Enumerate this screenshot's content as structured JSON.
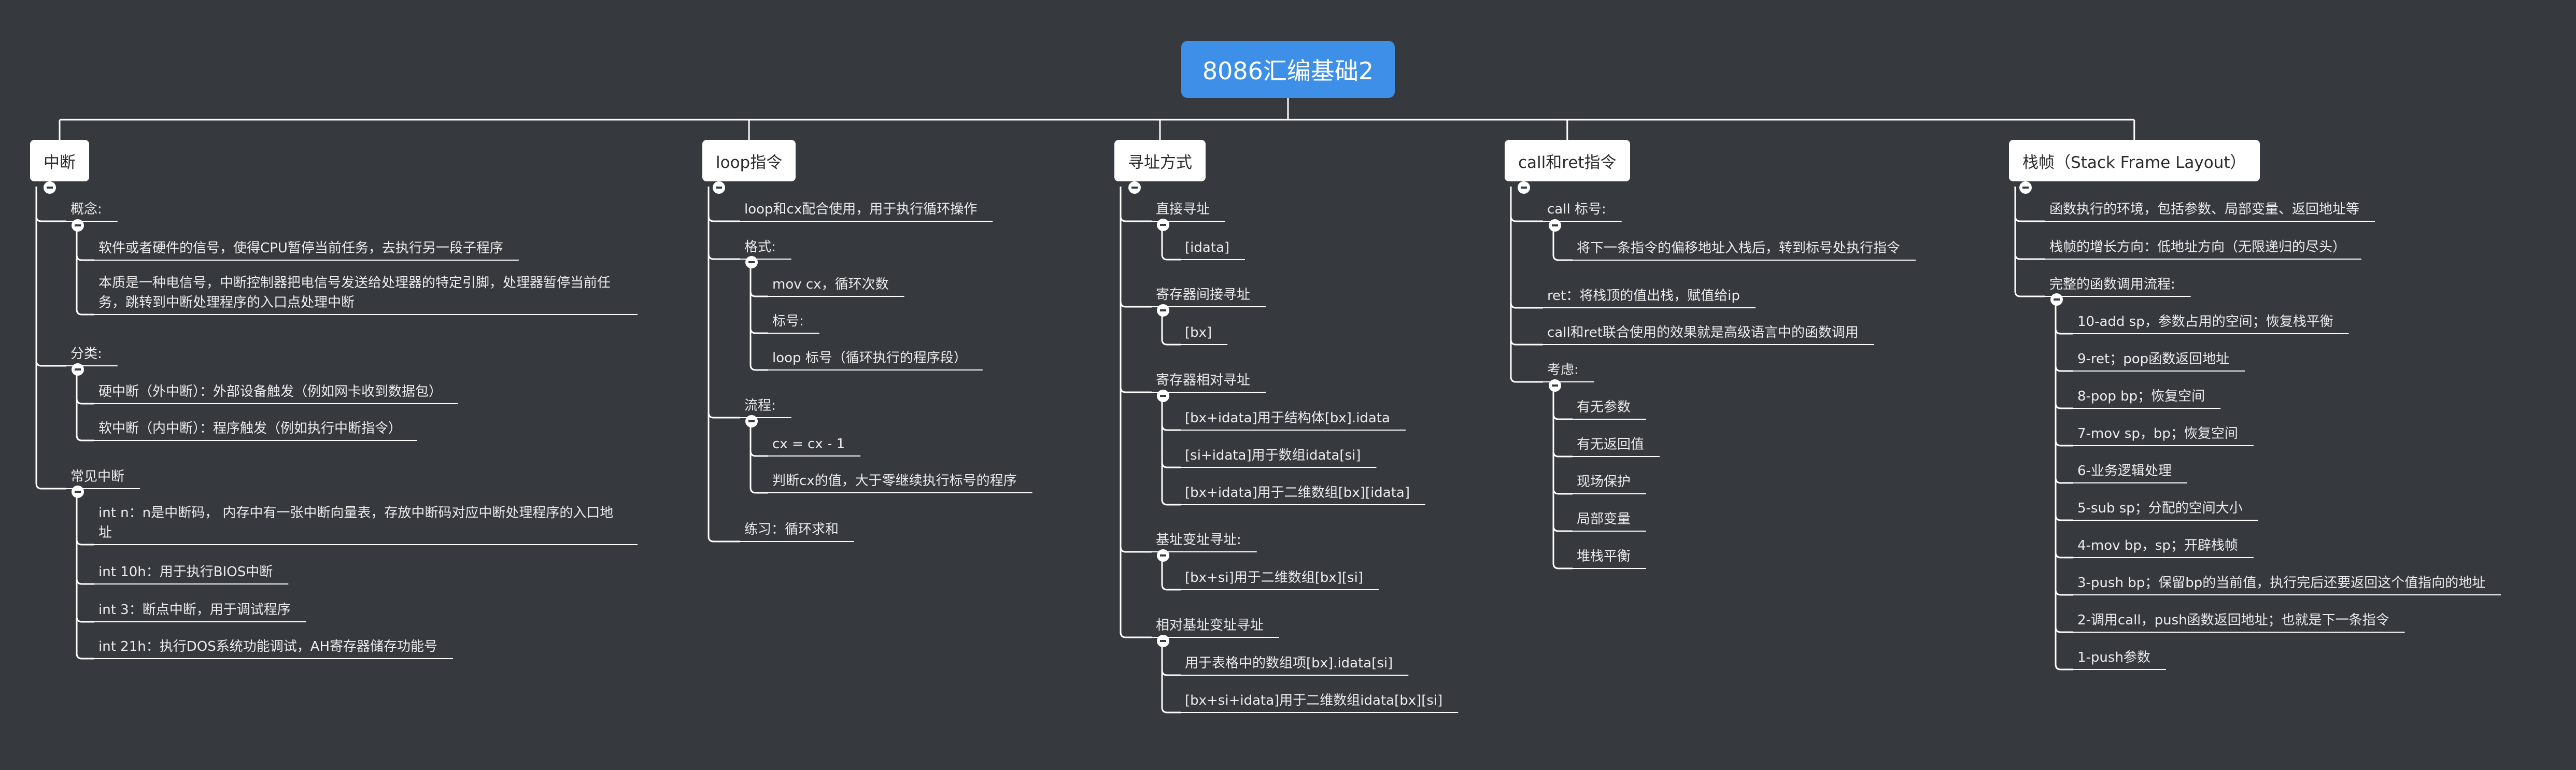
{
  "root": {
    "title": "8086汇编基础2"
  },
  "branches": {
    "interrupt": {
      "title": "中断",
      "concept": {
        "label": "概念:",
        "items": [
          "软件或者硬件的信号，使得CPU暂停当前任务，去执行另一段子程序",
          "本质是一种电信号，中断控制器把电信号发送给处理器的特定引脚，处理器暂停当前任务，跳转到中断处理程序的入口点处理中断"
        ]
      },
      "category": {
        "label": "分类:",
        "items": [
          "硬中断（外中断）：外部设备触发（例如网卡收到数据包）",
          "软中断（内中断）：程序触发（例如执行中断指令）"
        ]
      },
      "common": {
        "label": "常见中断",
        "items": [
          "int n：n是中断码，  内存中有一张中断向量表，存放中断码对应中断处理程序的入口地址",
          "int 10h：用于执行BIOS中断",
          "int 3：断点中断，用于调试程序",
          "int 21h：执行DOS系统功能调试，AH寄存器储存功能号"
        ]
      }
    },
    "loop": {
      "title": "loop指令",
      "intro": "loop和cx配合使用，用于执行循环操作",
      "format": {
        "label": "格式:",
        "items": [
          "mov cx，循环次数",
          "标号:",
          "loop 标号（循环执行的程序段）"
        ]
      },
      "flow": {
        "label": "流程:",
        "items": [
          "cx = cx - 1",
          "判断cx的值，大于零继续执行标号的程序"
        ]
      },
      "practice": "练习：循环求和"
    },
    "addressing": {
      "title": "寻址方式",
      "groups": [
        {
          "label": "直接寻址",
          "items": [
            "[idata]"
          ]
        },
        {
          "label": "寄存器间接寻址",
          "items": [
            "[bx]"
          ]
        },
        {
          "label": "寄存器相对寻址",
          "items": [
            "[bx+idata]用于结构体[bx].idata",
            "[si+idata]用于数组idata[si]",
            "[bx+idata]用于二维数组[bx][idata]"
          ]
        },
        {
          "label": "基址变址寻址:",
          "items": [
            "[bx+si]用于二维数组[bx][si]"
          ]
        },
        {
          "label": "相对基址变址寻址",
          "items": [
            "用于表格中的数组项[bx].idata[si]",
            "[bx+si+idata]用于二维数组idata[bx][si]"
          ]
        }
      ]
    },
    "callret": {
      "title": "call和ret指令",
      "call": {
        "label": "call 标号:",
        "items": [
          "将下一条指令的偏移地址入栈后，转到标号处执行指令"
        ]
      },
      "ret": "ret：将栈顶的值出栈，赋值给ip",
      "combo": "call和ret联合使用的效果就是高级语言中的函数调用",
      "consider": {
        "label": "考虑:",
        "items": [
          "有无参数",
          "有无返回值",
          "现场保护",
          "局部变量",
          "堆栈平衡"
        ]
      }
    },
    "stackframe": {
      "title": "栈帧（Stack Frame Layout）",
      "def": "函数执行的环境，包括参数、局部变量、返回地址等",
      "growth": "栈帧的增长方向：低地址方向（无限递归的尽头）",
      "flow": {
        "label": "完整的函数调用流程:",
        "items": [
          "10-add sp，参数占用的空间；恢复栈平衡",
          "9-ret；pop函数返回地址",
          "8-pop bp；恢复空间",
          "7-mov sp，bp；恢复空间",
          "6-业务逻辑处理",
          "5-sub sp；分配的空间大小",
          "4-mov bp，sp；开辟栈帧",
          "3-push bp；保留bp的当前值，执行完后还要返回这个值指向的地址",
          "2-调用call，push函数返回地址；也就是下一条指令",
          "1-push参数"
        ]
      }
    }
  },
  "colors": {
    "background": "#36393e",
    "root": "#3d8fe8",
    "line": "#ffffff",
    "text": "#ececec"
  }
}
